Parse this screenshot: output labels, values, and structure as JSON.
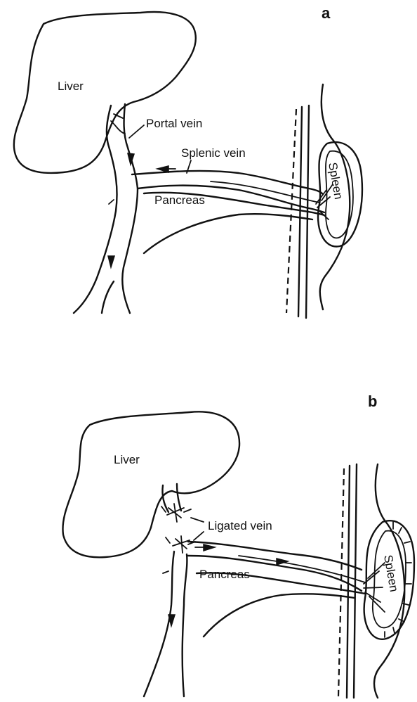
{
  "panels": [
    {
      "letter": "a",
      "labels": {
        "liver": "Liver",
        "portal_vein": "Portal vein",
        "splenic_vein": "Splenic vein",
        "pancreas": "Pancreas",
        "spleen": "Spleen"
      }
    },
    {
      "letter": "b",
      "labels": {
        "liver": "Liver",
        "ligated_vein": "Ligated vein",
        "pancreas": "Pancreas",
        "spleen": "Spleen"
      }
    }
  ]
}
